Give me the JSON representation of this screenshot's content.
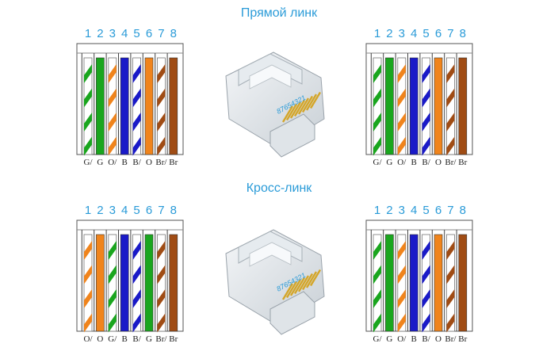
{
  "titles": {
    "straight": "Прямой линк",
    "cross": "Кросс-линк"
  },
  "connector_numbers": "87654321",
  "pin_numbers": [
    "1",
    "2",
    "3",
    "4",
    "5",
    "6",
    "7",
    "8"
  ],
  "colors": {
    "O": "#f0841c",
    "G": "#1aa61e",
    "B": "#1a1ac8",
    "Br": "#a04c14",
    "accent": "#2a9bd8"
  },
  "blocks": [
    {
      "id": "straight-left",
      "wires": [
        {
          "color": "G",
          "striped": true,
          "label": "G/"
        },
        {
          "color": "G",
          "striped": false,
          "label": "G"
        },
        {
          "color": "O",
          "striped": true,
          "label": "O/"
        },
        {
          "color": "B",
          "striped": false,
          "label": "B"
        },
        {
          "color": "B",
          "striped": true,
          "label": "B/"
        },
        {
          "color": "O",
          "striped": false,
          "label": "O"
        },
        {
          "color": "Br",
          "striped": true,
          "label": "Br/"
        },
        {
          "color": "Br",
          "striped": false,
          "label": "Br"
        }
      ]
    },
    {
      "id": "straight-right",
      "wires": [
        {
          "color": "G",
          "striped": true,
          "label": "G/"
        },
        {
          "color": "G",
          "striped": false,
          "label": "G"
        },
        {
          "color": "O",
          "striped": true,
          "label": "O/"
        },
        {
          "color": "B",
          "striped": false,
          "label": "B"
        },
        {
          "color": "B",
          "striped": true,
          "label": "B/"
        },
        {
          "color": "O",
          "striped": false,
          "label": "O"
        },
        {
          "color": "Br",
          "striped": true,
          "label": "Br/"
        },
        {
          "color": "Br",
          "striped": false,
          "label": "Br"
        }
      ]
    },
    {
      "id": "cross-left",
      "wires": [
        {
          "color": "O",
          "striped": true,
          "label": "O/"
        },
        {
          "color": "O",
          "striped": false,
          "label": "O"
        },
        {
          "color": "G",
          "striped": true,
          "label": "G/"
        },
        {
          "color": "B",
          "striped": false,
          "label": "B"
        },
        {
          "color": "B",
          "striped": true,
          "label": "B/"
        },
        {
          "color": "G",
          "striped": false,
          "label": "G"
        },
        {
          "color": "Br",
          "striped": true,
          "label": "Br/"
        },
        {
          "color": "Br",
          "striped": false,
          "label": "Br"
        }
      ]
    },
    {
      "id": "cross-right",
      "wires": [
        {
          "color": "G",
          "striped": true,
          "label": "G/"
        },
        {
          "color": "G",
          "striped": false,
          "label": "G"
        },
        {
          "color": "O",
          "striped": true,
          "label": "O/"
        },
        {
          "color": "B",
          "striped": false,
          "label": "B"
        },
        {
          "color": "B",
          "striped": true,
          "label": "B/"
        },
        {
          "color": "O",
          "striped": false,
          "label": "O"
        },
        {
          "color": "Br",
          "striped": true,
          "label": "Br/"
        },
        {
          "color": "Br",
          "striped": false,
          "label": "Br"
        }
      ]
    }
  ]
}
